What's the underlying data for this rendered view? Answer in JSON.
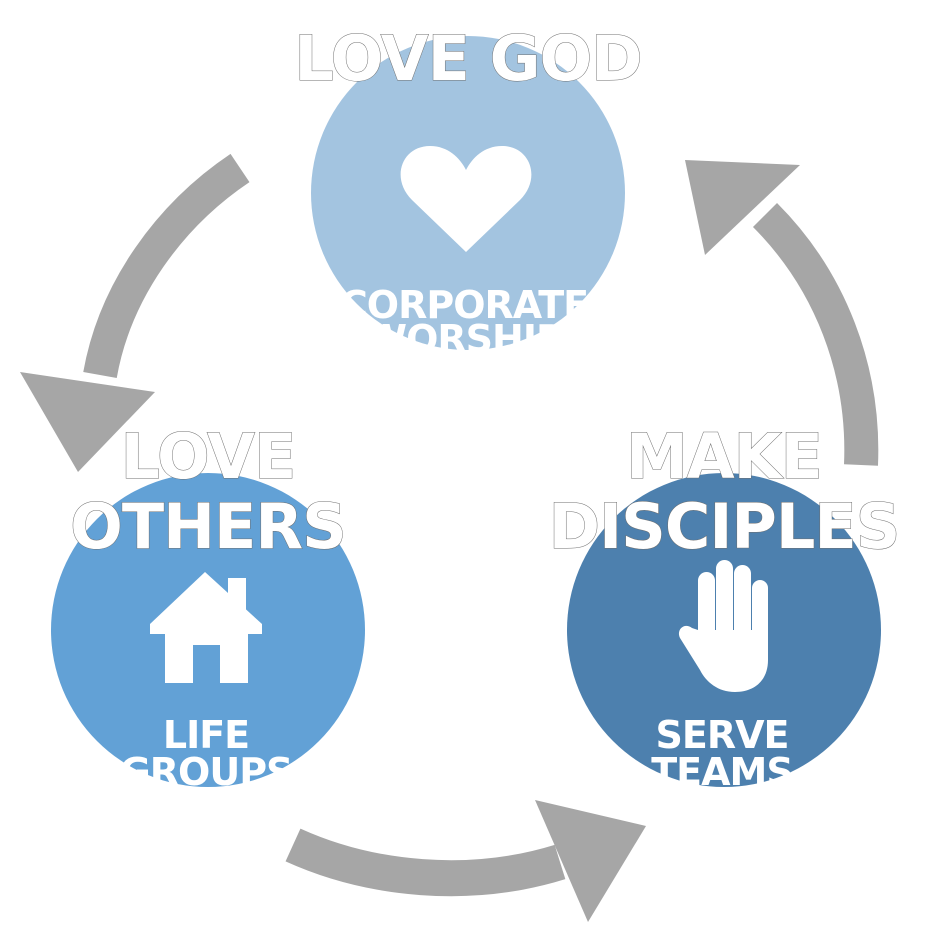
{
  "colors": {
    "background": "#ffffff",
    "arrow": "#a6a6a6",
    "love_god_circle": "#a3c4e0",
    "love_others_circle": "#62a1d6",
    "make_disciples_circle": "#4d80ae",
    "text": "#ffffff"
  },
  "nodes": {
    "love_god": {
      "title": "LOVE GOD",
      "sub1": "CORPORATE",
      "sub2": "WORSHIP",
      "icon": "heart-icon"
    },
    "love_others": {
      "title1": "LOVE",
      "title2": "OTHERS",
      "sub1": "LIFE",
      "sub2": "GROUPS",
      "icon": "house-icon"
    },
    "make_disciples": {
      "title1": "MAKE",
      "title2": "DISCIPLES",
      "sub1": "SERVE",
      "sub2": "TEAMS",
      "icon": "hand-icon"
    }
  },
  "arrows": [
    "arrow-love-god-to-love-others",
    "arrow-love-others-to-make-disciples",
    "arrow-make-disciples-to-love-god"
  ]
}
